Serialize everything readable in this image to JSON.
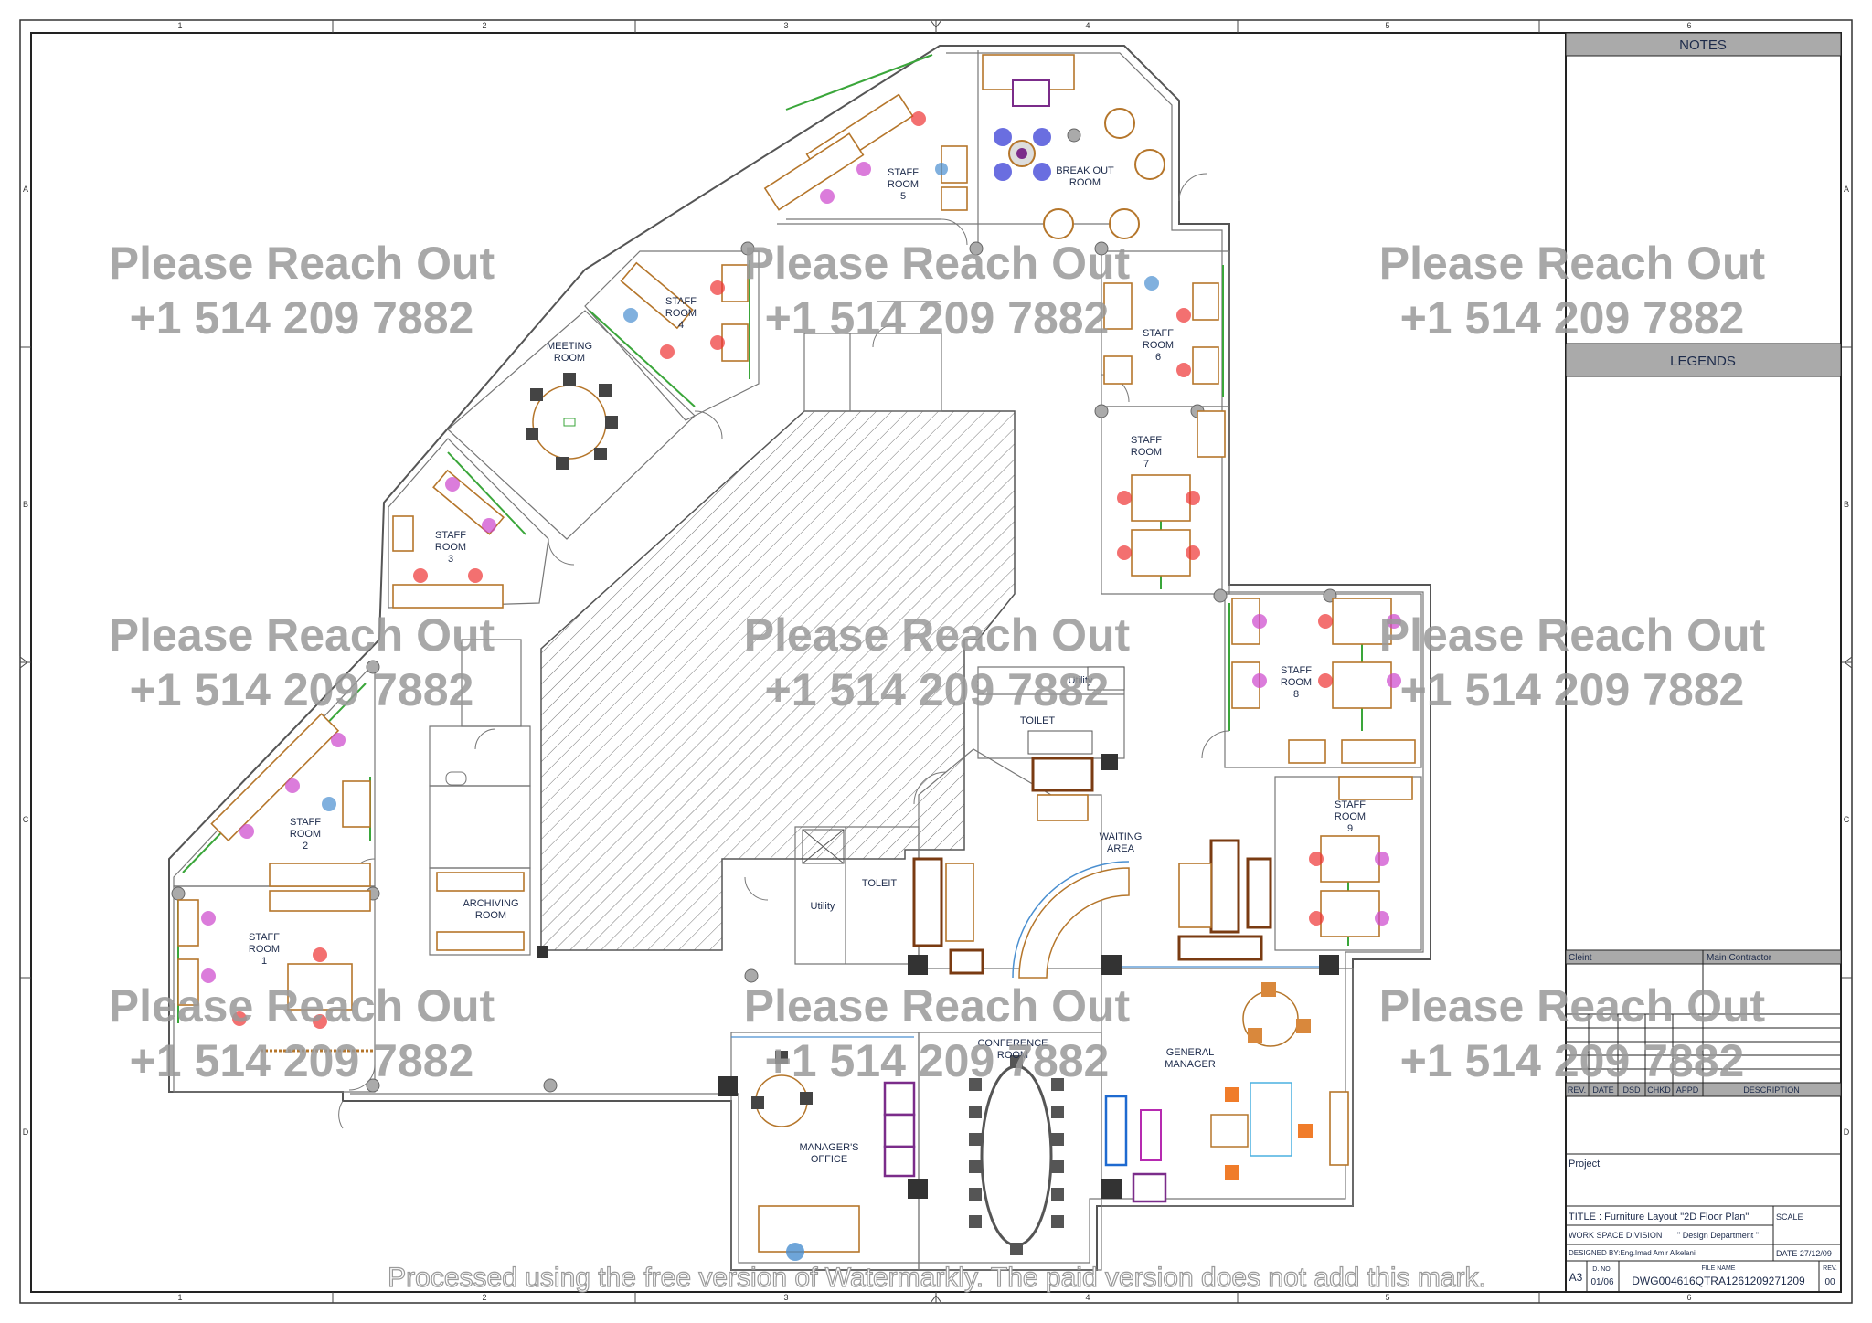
{
  "title_block": {
    "notes_header": "NOTES",
    "legends_header": "LEGENDS",
    "client_label": "Cleint",
    "main_contractor_label": "Main Contractor",
    "rev_cols": [
      "REV.",
      "DATE",
      "DSD",
      "CHKD",
      "APPD",
      "DESCRIPTION"
    ],
    "project_label": "Project",
    "title_line": "TITLE : Furniture Layout \"2D Floor Plan\"",
    "scale_label": "SCALE",
    "division_label": "WORK SPACE DIVISION",
    "division_value": "\" Design Department \"",
    "designed_by": "DESIGNED BY:Eng.Imad Amir Alkelani",
    "date_text": "DATE 27/12/09",
    "sheet_size": "A3",
    "d_no_label": "D. NO.",
    "d_no_value": "01/06",
    "file_name_label": "FILE NAME",
    "file_name_value": "DWG004616QTRA1261209271209",
    "rev_label": "REV.",
    "rev_value": "00"
  },
  "grid": {
    "columns": [
      "1",
      "2",
      "3",
      "4",
      "5",
      "6"
    ],
    "rows": [
      "A",
      "B",
      "C",
      "D"
    ]
  },
  "rooms": {
    "staff5": [
      "STAFF",
      "ROOM",
      "5"
    ],
    "breakout": [
      "BREAK OUT",
      "ROOM"
    ],
    "staff4": [
      "STAFF",
      "ROOM",
      "4"
    ],
    "meeting": [
      "MEETING",
      "ROOM"
    ],
    "staff6": [
      "STAFF",
      "ROOM",
      "6"
    ],
    "staff7": [
      "STAFF",
      "ROOM",
      "7"
    ],
    "staff3": [
      "STAFF",
      "ROOM",
      "3"
    ],
    "staff8": [
      "STAFF",
      "ROOM",
      "8"
    ],
    "utility1": "Utility",
    "toilet1": "TOILET",
    "staff2": [
      "STAFF",
      "ROOM",
      "2"
    ],
    "staff9": [
      "STAFF",
      "ROOM",
      "9"
    ],
    "waiting": [
      "WAITING",
      "AREA"
    ],
    "toleit": "TOLEIT",
    "utility2": "Utility",
    "archiving": [
      "ARCHIVING",
      "ROOM"
    ],
    "staff1": [
      "STAFF",
      "ROOM",
      "1"
    ],
    "conference": [
      "CONFERENCE",
      "ROOM"
    ],
    "general_manager": [
      "GENERAL",
      "MANAGER"
    ],
    "managers_office": [
      "MANAGER'S",
      "OFFICE"
    ]
  },
  "watermark": {
    "line1": "Please Reach Out",
    "line2": "+1 514 209 7882",
    "footer": "Processed using the free version of Watermarkly. The paid version does not add this mark."
  }
}
